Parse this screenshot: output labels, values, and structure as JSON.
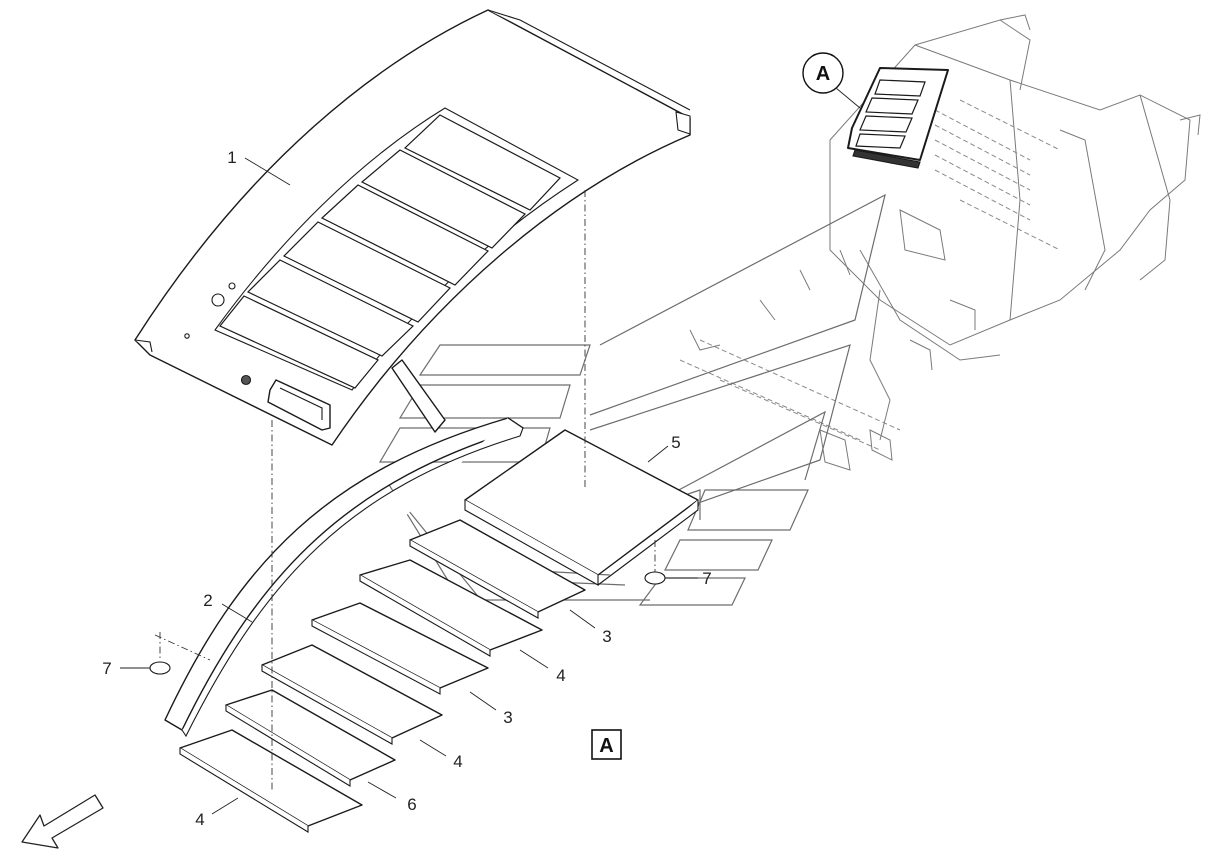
{
  "callouts": {
    "c1": "1",
    "c2": "2",
    "c3a": "3",
    "c3b": "3",
    "c4a": "4",
    "c4b": "4",
    "c4c": "4",
    "c5": "5",
    "c6": "6",
    "c7a": "7",
    "c7b": "7"
  },
  "view": {
    "circle_label": "A",
    "box_label": "A"
  },
  "icons": {
    "direction": "direction-arrow-icon"
  },
  "colors": {
    "line": "#1a1a1a",
    "ghost": "#6d6d6d",
    "background": "#ffffff"
  }
}
